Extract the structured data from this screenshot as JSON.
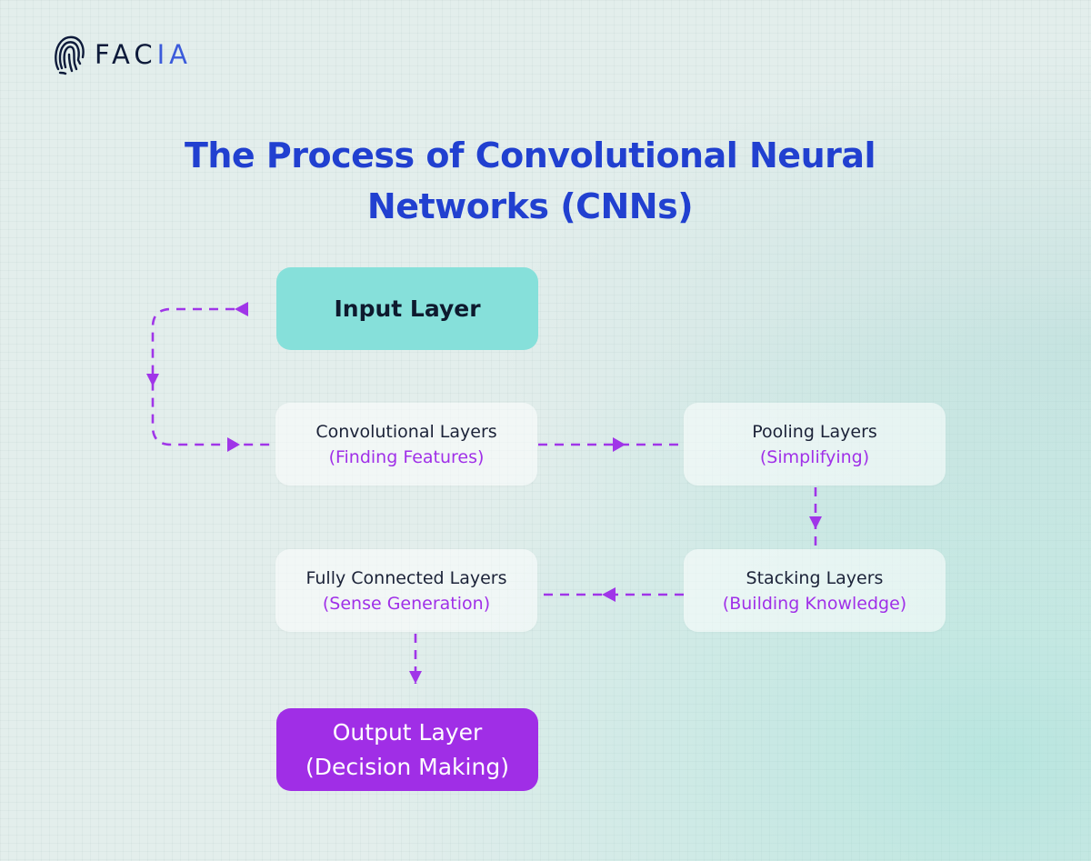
{
  "brand": {
    "name_main": "FAC",
    "name_accent": "IA"
  },
  "title": "The Process of Convolutional Neural Networks (CNNs)",
  "nodes": {
    "input": {
      "name": "Input Layer"
    },
    "convolutional": {
      "name": "Convolutional Layers",
      "sub": "(Finding Features)"
    },
    "pooling": {
      "name": "Pooling Layers",
      "sub": "(Simplifying)"
    },
    "stacking": {
      "name": "Stacking Layers",
      "sub": "(Building Knowledge)"
    },
    "fully_connected": {
      "name": "Fully Connected Layers",
      "sub": "(Sense Generation)"
    },
    "output": {
      "name": "Output Layer",
      "sub": "(Decision Making)"
    }
  },
  "edges": [
    {
      "from": "input",
      "to": "convolutional"
    },
    {
      "from": "convolutional",
      "to": "pooling"
    },
    {
      "from": "pooling",
      "to": "stacking"
    },
    {
      "from": "stacking",
      "to": "fully_connected"
    },
    {
      "from": "fully_connected",
      "to": "output"
    }
  ],
  "colors": {
    "title": "#2140d0",
    "connector": "#a035e8",
    "input_fill": "#86e0da",
    "output_fill": "#a02ee6",
    "subtitle_text": "#a030e8"
  },
  "icons": {
    "logo": "fingerprint-head-icon",
    "arrowhead": "triangle-arrow-icon"
  }
}
